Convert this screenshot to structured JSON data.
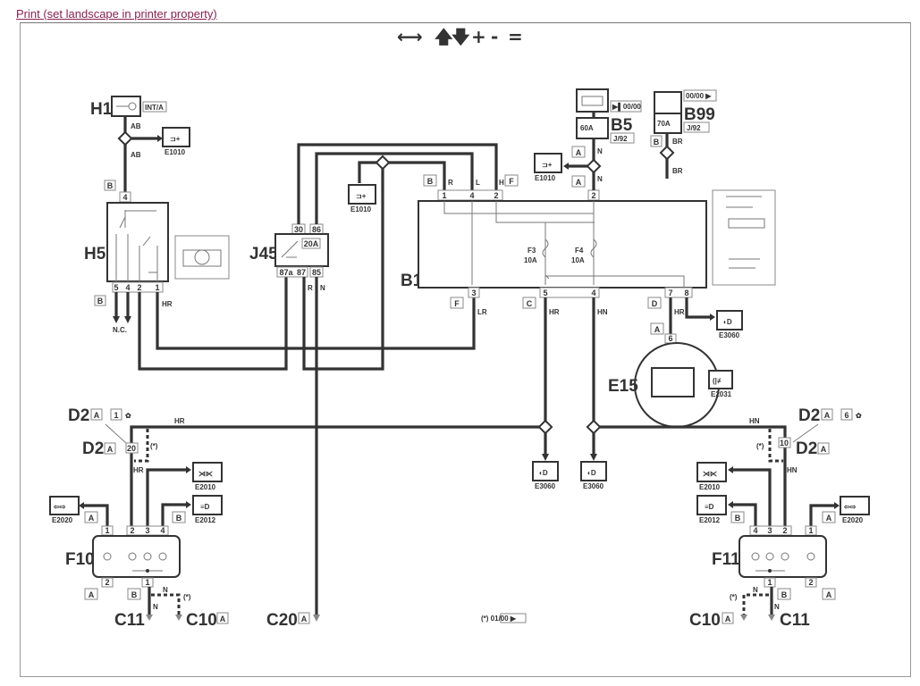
{
  "print_link": "Print (set landscape in printer property)",
  "nav": {
    "pan_horizontal": "⟷",
    "up": "🡅",
    "down": "🡇",
    "zoom_in": "+",
    "zoom_out": "-",
    "reset": "="
  },
  "colors": {
    "link": "#8a2050",
    "wire": "#333333"
  },
  "labels": {
    "h1": "H1",
    "h1_tag": "INT/A",
    "h5": "H5",
    "j45": "J45",
    "b1": "B1",
    "b5": "B5",
    "b5_tag": "J/92",
    "b5_code": "▶▌00/00",
    "b99": "B99",
    "b99_tag": "J/92",
    "b99_code": "00/00 ▶",
    "e15": "E15",
    "f10": "F10",
    "f11": "F11",
    "d2": "D2",
    "c11": "C11",
    "c10": "C10",
    "c20": "C20",
    "nc": "N.C.",
    "note": "(*) 01/00 ▶",
    "fuse_60": "60A",
    "fuse_70": "70A",
    "j45_fuse": "20A",
    "f3": "F3",
    "f4": "F4",
    "f_rating": "10A",
    "star": "(*)",
    "e1010": "E1010",
    "e3060": "E3060",
    "e2031": "E2031",
    "e2010": "E2010",
    "e2012": "E2012",
    "e2020": "E2020",
    "p20": "20",
    "p10": "10",
    "p1": "1",
    "p6": "6"
  },
  "wire_colors": {
    "ab": "AB",
    "hr": "HR",
    "hn": "HN",
    "n": "N",
    "br": "BR",
    "r": "R",
    "l": "L",
    "h": "H",
    "lr": "LR"
  },
  "connectors": {
    "a": "A",
    "b": "B",
    "c": "C",
    "d": "D",
    "f": "F"
  },
  "pins": {
    "j45_30": "30",
    "j45_86": "86",
    "j45_87a": "87a",
    "j45_87": "87",
    "j45_85": "85",
    "n1": "1",
    "n2": "2",
    "n3": "3",
    "n4": "4",
    "n5": "5",
    "n7": "7",
    "n8": "8"
  }
}
